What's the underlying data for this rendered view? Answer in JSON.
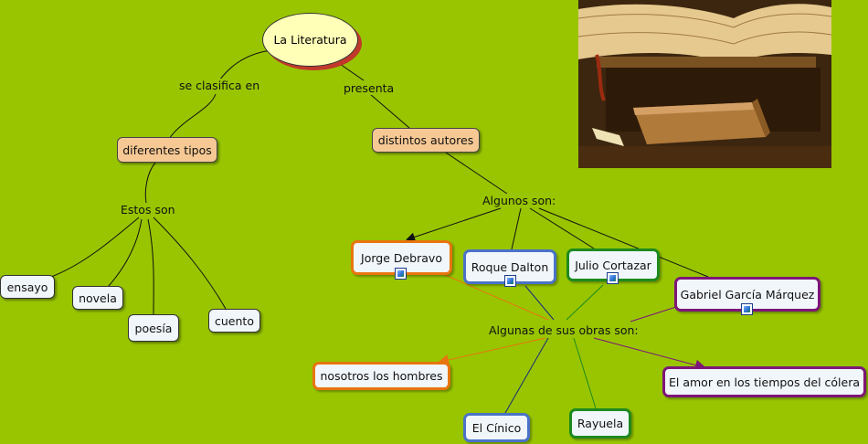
{
  "root": "La Literatura",
  "links": {
    "classified": "se clasifica en",
    "presents": "presenta",
    "these_are": "Estos son",
    "some_are": "Algunos son:",
    "some_works": "Algunas de sus obras son:"
  },
  "concepts": {
    "types": "diferentes tipos",
    "authors": "distintos autores"
  },
  "genres": [
    "ensayo",
    "novela",
    "poesía",
    "cuento"
  ],
  "authors": [
    "Jorge Debravo",
    "Roque Dalton",
    "Julio Cortazar",
    "Gabriel García Márquez"
  ],
  "works": [
    "nosotros los hombres",
    "El Cínico",
    "Rayuela",
    "El amor en los tiempos del cólera"
  ],
  "colors": {
    "background": "#98c500",
    "orange": "#e8750f",
    "blue": "#4a73c8",
    "green": "#1e8a1e",
    "purple": "#7d1678",
    "root_fill": "#ffffb8",
    "concept_fill": "#f6c894"
  },
  "image": {
    "description_icon": "book-photo"
  }
}
